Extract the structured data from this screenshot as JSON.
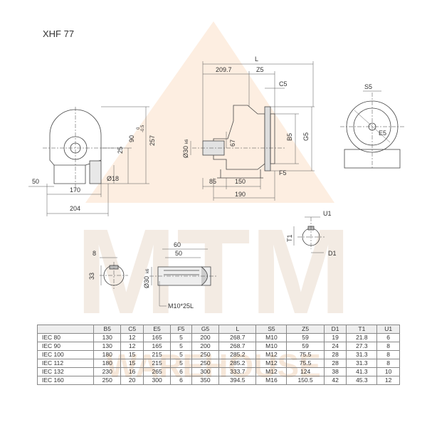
{
  "title": "XHF 77",
  "watermark": {
    "main": "MTM",
    "sub": "WAREHOUSE",
    "color": "#f3ebe3",
    "triangle_color": "#fdeee1"
  },
  "front_view": {
    "dims": [
      "50",
      "170",
      "204",
      "25",
      "90",
      "0",
      "-0.5",
      "257",
      "Ø18"
    ]
  },
  "side_view": {
    "dims": [
      "L",
      "209.7",
      "Z5",
      "C5",
      "B5",
      "G5",
      "Ø30",
      "k6",
      "67",
      "F5",
      "85",
      "150",
      "190"
    ]
  },
  "flange_view": {
    "dims": [
      "S5",
      "E5"
    ]
  },
  "shaft_key_detail": {
    "dims": [
      "8",
      "33"
    ]
  },
  "shaft_detail": {
    "dims": [
      "60",
      "50",
      "Ø30",
      "k6",
      "M10*25L"
    ]
  },
  "bore_detail": {
    "dims": [
      "U1",
      "T1",
      "D1"
    ]
  },
  "table": {
    "headers": [
      "",
      "B5",
      "C5",
      "E5",
      "F5",
      "G5",
      "L",
      "S5",
      "Z5",
      "D1",
      "T1",
      "U1"
    ],
    "rows": [
      [
        "IEC 80",
        "130",
        "12",
        "165",
        "5",
        "200",
        "268.7",
        "M10",
        "59",
        "19",
        "21.8",
        "6"
      ],
      [
        "IEC 90",
        "130",
        "12",
        "165",
        "5",
        "200",
        "268.7",
        "M10",
        "59",
        "24",
        "27.3",
        "8"
      ],
      [
        "IEC 100",
        "180",
        "15",
        "215",
        "5",
        "250",
        "285.2",
        "M12",
        "75.5",
        "28",
        "31.3",
        "8"
      ],
      [
        "IEC 112",
        "180",
        "15",
        "215",
        "5",
        "250",
        "285.2",
        "M12",
        "75.5",
        "28",
        "31.3",
        "8"
      ],
      [
        "IEC 132",
        "230",
        "16",
        "265",
        "6",
        "300",
        "333.7",
        "M12",
        "124",
        "38",
        "41.3",
        "10"
      ],
      [
        "IEC 160",
        "250",
        "20",
        "300",
        "6",
        "350",
        "394.5",
        "M16",
        "150.5",
        "42",
        "45.3",
        "12"
      ]
    ]
  },
  "colors": {
    "line": "#444444",
    "dim": "#555555",
    "table_header_bg": "#eeeeee"
  }
}
